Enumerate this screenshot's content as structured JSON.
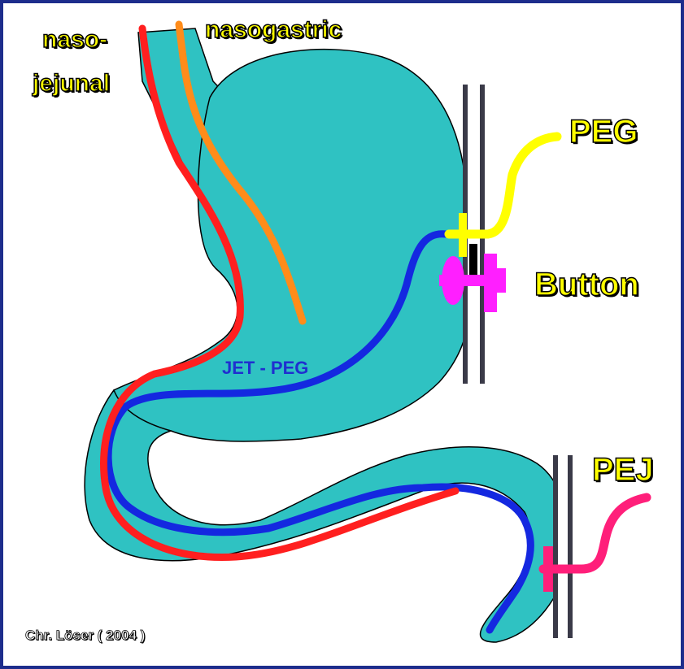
{
  "labels": {
    "naso_line1": "naso-",
    "naso_line2": "jejunal",
    "nasogastric": "nasogastric",
    "peg": "PEG",
    "button": "Button",
    "pej": "PEJ",
    "jet_peg": "JET - PEG",
    "credit": "Chr. Löser ( 2004 )"
  },
  "colors": {
    "frame": "#1d2d8c",
    "organ": "#2fc2c2",
    "abdominal_wall": "#3a3a48",
    "nasojejunal_tube": "#ff1f1f",
    "nasogastric_tube": "#ff8c1a",
    "jet_peg_tube": "#1428e0",
    "peg_tube": "#ffff00",
    "button_device": "#ff1fff",
    "pej_tube": "#ff1f7a",
    "label_text": "#ffff00"
  }
}
